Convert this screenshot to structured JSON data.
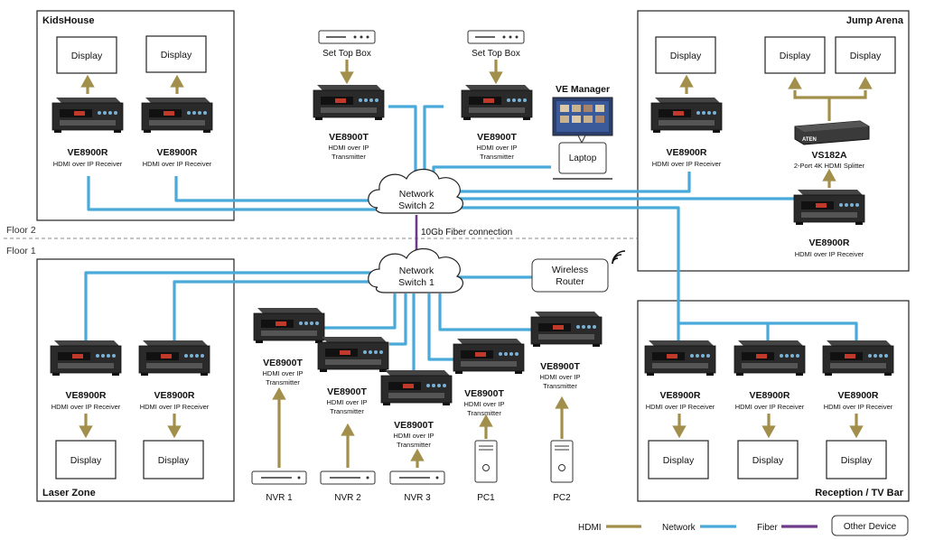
{
  "zones": {
    "kidshouse": "KidsHouse",
    "jump_arena": "Jump Arena",
    "laser_zone": "Laser Zone",
    "reception": "Reception / TV Bar"
  },
  "floors": {
    "floor2": "Floor 2",
    "floor1": "Floor 1"
  },
  "display_label": "Display",
  "receiver": {
    "name": "VE8900R",
    "desc": "HDMI over IP Receiver"
  },
  "transmitter": {
    "name": "VE8900T",
    "desc_line1": "HDMI over IP",
    "desc_line2": "Transmitter"
  },
  "set_top_box": "Set Top Box",
  "ve_manager": "VE Manager",
  "laptop": "Laptop",
  "splitter": {
    "name": "VS182A",
    "desc": "2-Port 4K HDMI Splitter"
  },
  "switch2": {
    "line1": "Network",
    "line2": "Switch 2"
  },
  "switch1": {
    "line1": "Network",
    "line2": "Switch 1"
  },
  "fiber_label": "10Gb Fiber connection",
  "wireless_router": {
    "line1": "Wireless",
    "line2": "Router"
  },
  "sources": {
    "nvr1": "NVR 1",
    "nvr2": "NVR 2",
    "nvr3": "NVR 3",
    "pc1": "PC1",
    "pc2": "PC2"
  },
  "legend": {
    "hdmi": "HDMI",
    "network": "Network",
    "fiber": "Fiber",
    "other": "Other Device"
  },
  "colors": {
    "hdmi": "#a28f4b",
    "network": "#49a9d9",
    "fiber": "#6d3a8a"
  },
  "icons": [
    "set-top-box-icon",
    "laptop-icon",
    "wifi-icon",
    "nvr-icon",
    "pc-tower-icon",
    "cloud-icon",
    "ve8900-device-icon",
    "splitter-icon"
  ]
}
